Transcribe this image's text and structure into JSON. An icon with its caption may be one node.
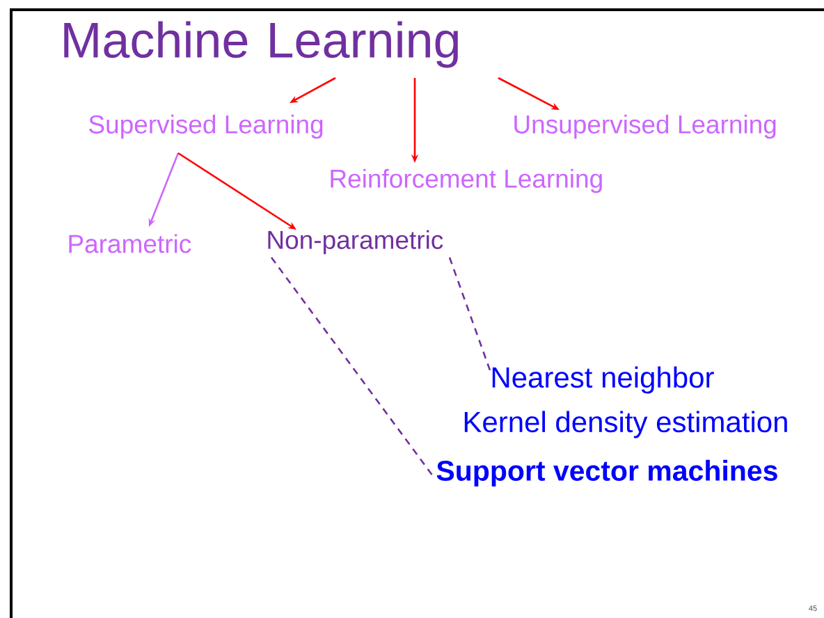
{
  "diagram": {
    "nodes": [
      {
        "text": [
          "Machine Learning"
        ]
      },
      {
        "text": [
          "Supervised Learning"
        ]
      },
      {
        "text": [
          "Reinforcement Learning"
        ]
      },
      {
        "text": [
          "Unsupervised Learning"
        ]
      },
      {
        "text": [
          "Parametric"
        ]
      },
      {
        "text": [
          "Non-parametric"
        ]
      },
      {
        "text": [
          "Nearest neighbor"
        ]
      },
      {
        "text": [
          "Kernel density estimation"
        ]
      },
      {
        "text": [
          "Support vector machines"
        ]
      }
    ],
    "edges": [
      {
        "from": 0,
        "to": 1,
        "arrow": "to"
      },
      {
        "from": 0,
        "to": 2,
        "arrow": "to"
      },
      {
        "from": 0,
        "to": 3,
        "arrow": "to"
      },
      {
        "from": 1,
        "to": 4,
        "arrow": "to",
        "color": "#cc66ff"
      },
      {
        "from": 1,
        "to": 5,
        "arrow": "to"
      },
      {
        "from": 5,
        "to": 6,
        "arrow": "none",
        "style": "dashed",
        "color": "#7030a0"
      },
      {
        "from": 5,
        "to": 8,
        "arrow": "none",
        "style": "dashed",
        "color": "#7030a0"
      }
    ],
    "labels": [
      "45"
    ]
  }
}
